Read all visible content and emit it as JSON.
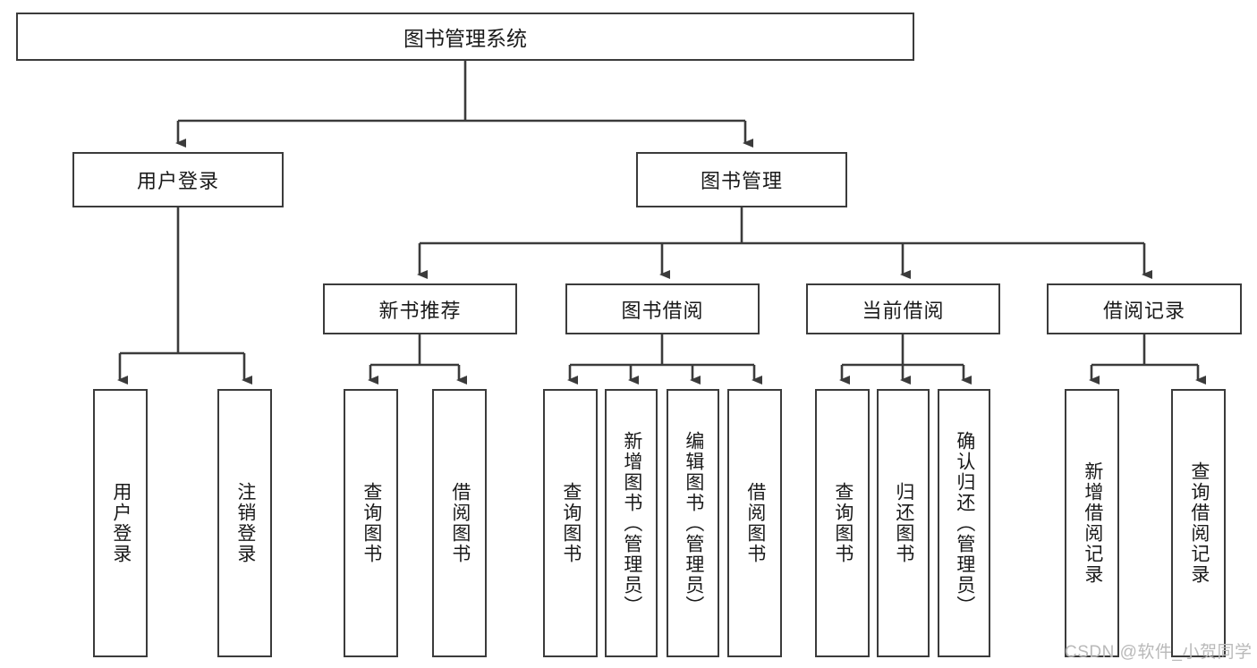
{
  "diagram": {
    "title": "图书管理系统",
    "type": "tree-hierarchy-diagram",
    "root": {
      "label": "图书管理系统"
    },
    "level1": [
      {
        "label": "用户登录"
      },
      {
        "label": "图书管理"
      }
    ],
    "level2": [
      {
        "label": "新书推荐"
      },
      {
        "label": "图书借阅"
      },
      {
        "label": "当前借阅"
      },
      {
        "label": "借阅记录"
      }
    ],
    "leaves": [
      {
        "label": "用户登录",
        "parent": "用户登录"
      },
      {
        "label": "注销登录",
        "parent": "用户登录"
      },
      {
        "label": "查询图书",
        "parent": "新书推荐"
      },
      {
        "label": "借阅图书",
        "parent": "新书推荐"
      },
      {
        "label": "查询图书",
        "parent": "图书借阅"
      },
      {
        "label": "新增图书（管理员）",
        "parent": "图书借阅"
      },
      {
        "label": "编辑图书（管理员）",
        "parent": "图书借阅"
      },
      {
        "label": "借阅图书",
        "parent": "图书借阅"
      },
      {
        "label": "查询图书",
        "parent": "当前借阅"
      },
      {
        "label": "归还图书",
        "parent": "当前借阅"
      },
      {
        "label": "确认归还（管理员）",
        "parent": "当前借阅"
      },
      {
        "label": "新增借阅记录",
        "parent": "借阅记录"
      },
      {
        "label": "查询借阅记录",
        "parent": "借阅记录"
      }
    ]
  },
  "watermark": {
    "text": "CSDN @软件_小贺同学"
  },
  "colors": {
    "border": "#3b3b3b",
    "text": "#1a1a1a",
    "background": "#ffffff",
    "watermark": "#b9b9b9"
  }
}
